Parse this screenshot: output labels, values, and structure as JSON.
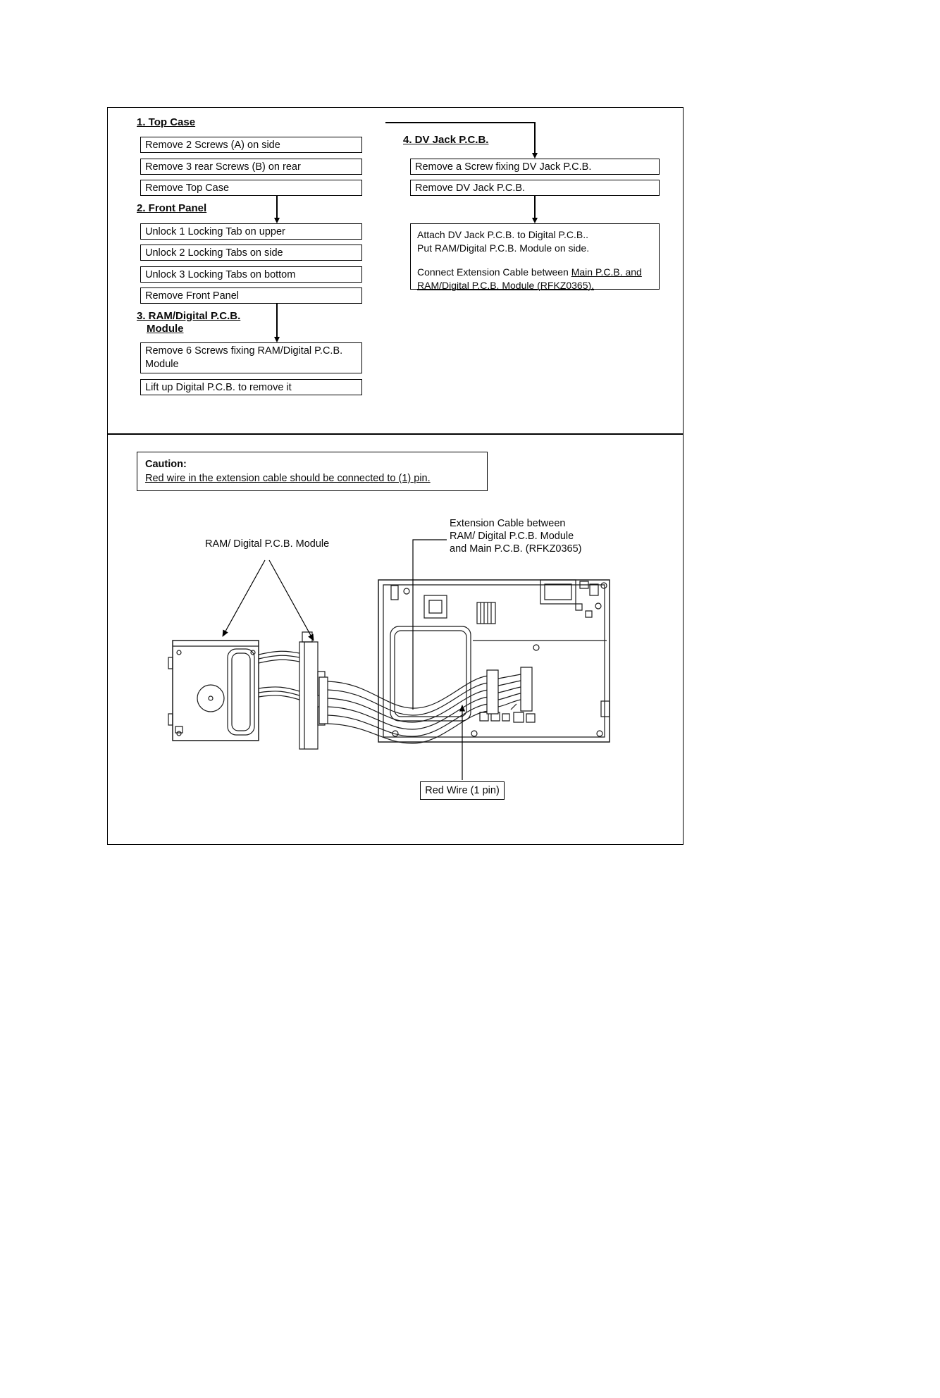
{
  "flow": {
    "section1": {
      "heading": "1. Top Case",
      "steps": [
        "Remove 2 Screws (A) on side",
        "Remove 3 rear Screws (B) on rear",
        "Remove Top Case"
      ]
    },
    "section2": {
      "heading": "2. Front Panel",
      "steps": [
        "Unlock 1 Locking Tab on upper",
        "Unlock 2 Locking Tabs on side",
        "Unlock 3 Locking Tabs on bottom",
        "Remove Front Panel"
      ]
    },
    "section3": {
      "heading_line1": "3. RAM/Digital P.C.B.",
      "heading_line2": "Module",
      "steps": [
        "Remove 6 Screws fixing RAM/Digital P.C.B. Module",
        "Lift up Digital P.C.B. to remove it"
      ]
    },
    "section4": {
      "heading": "4. DV Jack P.C.B.",
      "steps": [
        "Remove a Screw fixing DV Jack P.C.B.",
        "Remove DV Jack P.C.B."
      ],
      "note": {
        "line1": "Attach DV Jack P.C.B. to Digital P.C.B..",
        "line2": "Put RAM/Digital P.C.B. Module on side.",
        "line3_plain": "Connect Extension Cable between ",
        "line3_underline": "Main P.C.B. and",
        "line4_underline": "RAM/Digital P.C.B. Module (RFKZ0365)."
      }
    }
  },
  "caution": {
    "title": "Caution:",
    "text": "Red wire in the extension cable should be connected to (1) pin."
  },
  "diagram": {
    "module_label": "RAM/ Digital P.C.B. Module",
    "cable_label_line1": "Extension Cable between",
    "cable_label_line2": "RAM/ Digital P.C.B. Module",
    "cable_label_line3": "and Main P.C.B. (RFKZ0365)",
    "red_wire_label": "Red Wire (1 pin)"
  }
}
